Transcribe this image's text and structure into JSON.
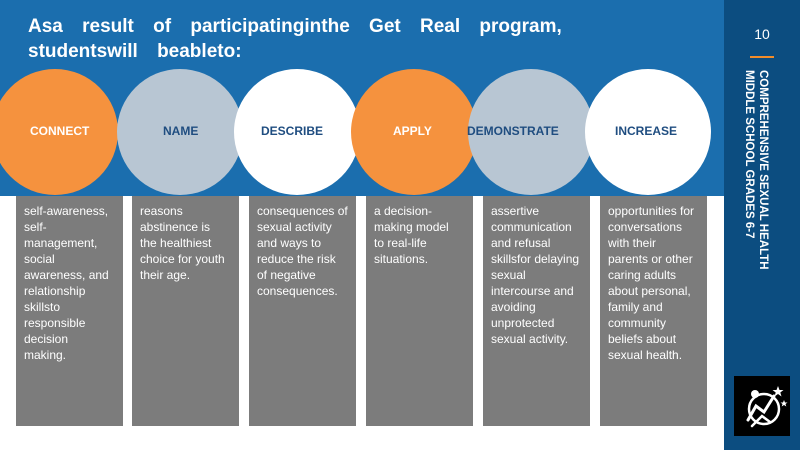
{
  "header": {
    "line1": "Asa result of participatinginthe Get Real program,",
    "line2": "studentswill beableto:"
  },
  "sidebar": {
    "slide_number": "10",
    "title_line1": "COMPREHENSIVE SEXUAL HEALTH",
    "title_line2": "MIDDLE SCHOOL GRADES 6-7",
    "logo_icon": "figures-stars-logo-icon"
  },
  "colors": {
    "banner": "#1b6eae",
    "sidebar": "#0c4d80",
    "orange": "#f5923e",
    "gray_circle": "#b8c6d3",
    "column": "#7c7c7c"
  },
  "objectives": [
    {
      "verb": "CONNECT",
      "text": "self-awareness, self-management, social awareness, and relationship skillsto responsible decision making."
    },
    {
      "verb": "NAME",
      "text": "reasons abstinence is the healthiest choice for youth their age."
    },
    {
      "verb": "DESCRIBE",
      "text": "consequences of sexual activity and ways to reduce the risk of negative consequences."
    },
    {
      "verb": "APPLY",
      "text": "a decision-making model to real-life situations."
    },
    {
      "verb": "DEMONSTRATE",
      "text": "assertive communication and refusal skillsfor delaying sexual intercourse and avoiding unprotected sexual activity."
    },
    {
      "verb": "INCREASE",
      "text": "opportunities for conversations with their parents or other caring adults about personal, family and community beliefs about sexual health."
    }
  ]
}
